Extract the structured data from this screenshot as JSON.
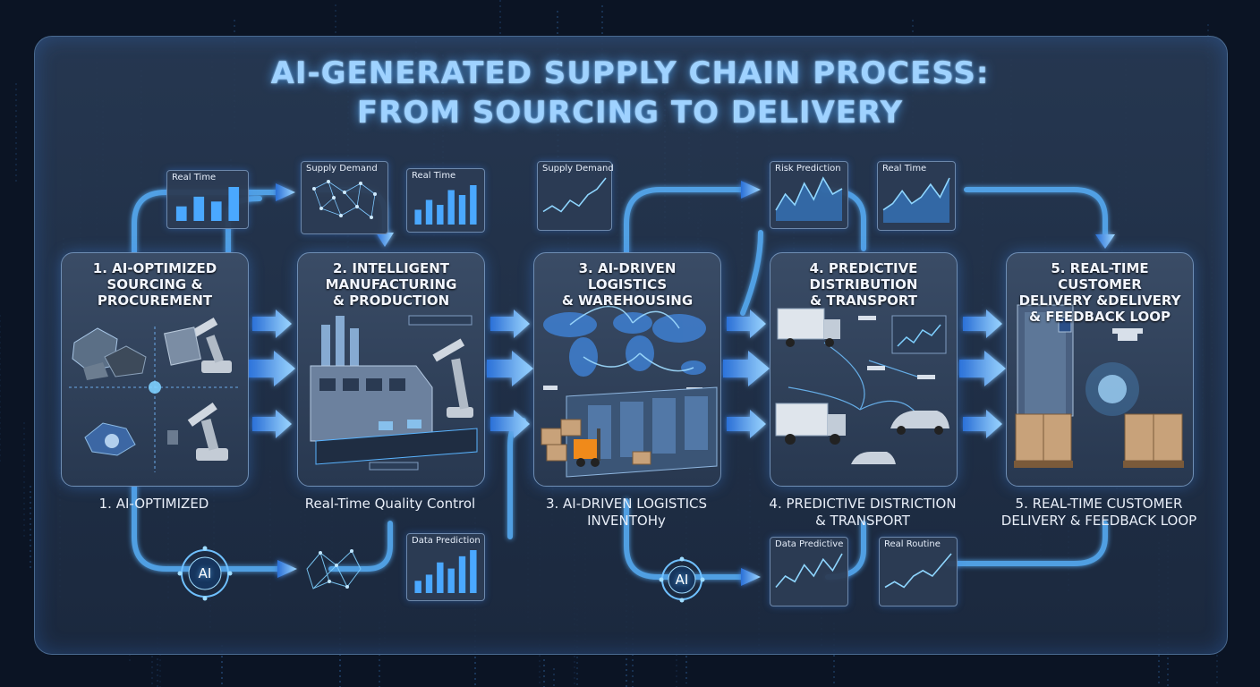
{
  "title": {
    "line1": "AI-GENERATED SUPPLY CHAIN PROCESS:",
    "line2": "FROM SOURCING TO DELIVERY"
  },
  "colors": {
    "background": "#0b1424",
    "frame": "#2c3e58",
    "accent_glow": "#3aa0ff",
    "title_text": "#9fd2ff",
    "box_orange": "#c8a27a"
  },
  "stages": [
    {
      "id": 1,
      "title": "1. AI-OPTIMIZED\nSOURCING &\nPROCUREMENT",
      "caption": "1. AI-OPTIMIZED",
      "icons": [
        "raw-material-icon",
        "robot-arm-icon"
      ]
    },
    {
      "id": 2,
      "title": "2. INTELLIGENT\nMANUFACTURING\n& PRODUCTION",
      "caption": "Real-Time Quality Control",
      "icons": [
        "factory-icon",
        "robot-arm-icon"
      ]
    },
    {
      "id": 3,
      "title": "3. AI-DRIVEN LOGISTICS\n& WAREHOUSING",
      "caption": "3. AI-DRIVEN LOGISTICS\nINVENTOHy",
      "icons": [
        "world-map-icon",
        "warehouse-icon",
        "forklift-icon",
        "drone-icon"
      ]
    },
    {
      "id": 4,
      "title": "4. PREDICTIVE\nDISTRIBUTION\n& TRANSPORT",
      "caption": "4. PREDICTIVE DISTRICTION\n& TRANSPORT",
      "icons": [
        "truck-icon",
        "car-icon",
        "drone-icon"
      ]
    },
    {
      "id": 5,
      "title": "5. REAL-TIME CUSTOMER\nDELIVERY &DELIVERY\n& FEEDBACK LOOP",
      "caption": "5. REAL-TIME CUSTOMER\nDELIVERY & FEEDBACK LOOP",
      "icons": [
        "door-icon",
        "package-icon",
        "drone-icon"
      ]
    }
  ],
  "top_cards": [
    {
      "label": "Real Time",
      "kind": "bars",
      "values": [
        3,
        5,
        4,
        7
      ]
    },
    {
      "label": "Supply Demand",
      "kind": "network",
      "values": []
    },
    {
      "label": "Real Time",
      "kind": "bars",
      "values": [
        3,
        5,
        4,
        7,
        6,
        8
      ]
    },
    {
      "label": "Supply Demand",
      "kind": "line",
      "values": [
        2,
        3,
        2,
        4,
        3,
        5,
        6,
        8
      ]
    },
    {
      "label": "Risk Prediction",
      "kind": "area",
      "values": [
        2,
        5,
        3,
        7,
        4,
        8,
        5,
        6
      ]
    },
    {
      "label": "Real Time",
      "kind": "area",
      "values": [
        2,
        3,
        5,
        3,
        4,
        6,
        4,
        7
      ]
    }
  ],
  "bottom_cards": [
    {
      "label": "Data Prediction",
      "kind": "bars",
      "values": [
        2,
        3,
        5,
        4,
        6,
        7
      ]
    },
    {
      "label": "Data Predictive",
      "kind": "line",
      "values": [
        2,
        4,
        3,
        6,
        4,
        7,
        5,
        8
      ]
    },
    {
      "label": "Real Routine",
      "kind": "line",
      "values": [
        2,
        3,
        2,
        4,
        5,
        4,
        6,
        8
      ]
    }
  ],
  "ai_badges": [
    {
      "label": "AI"
    },
    {
      "label": "AI"
    }
  ]
}
